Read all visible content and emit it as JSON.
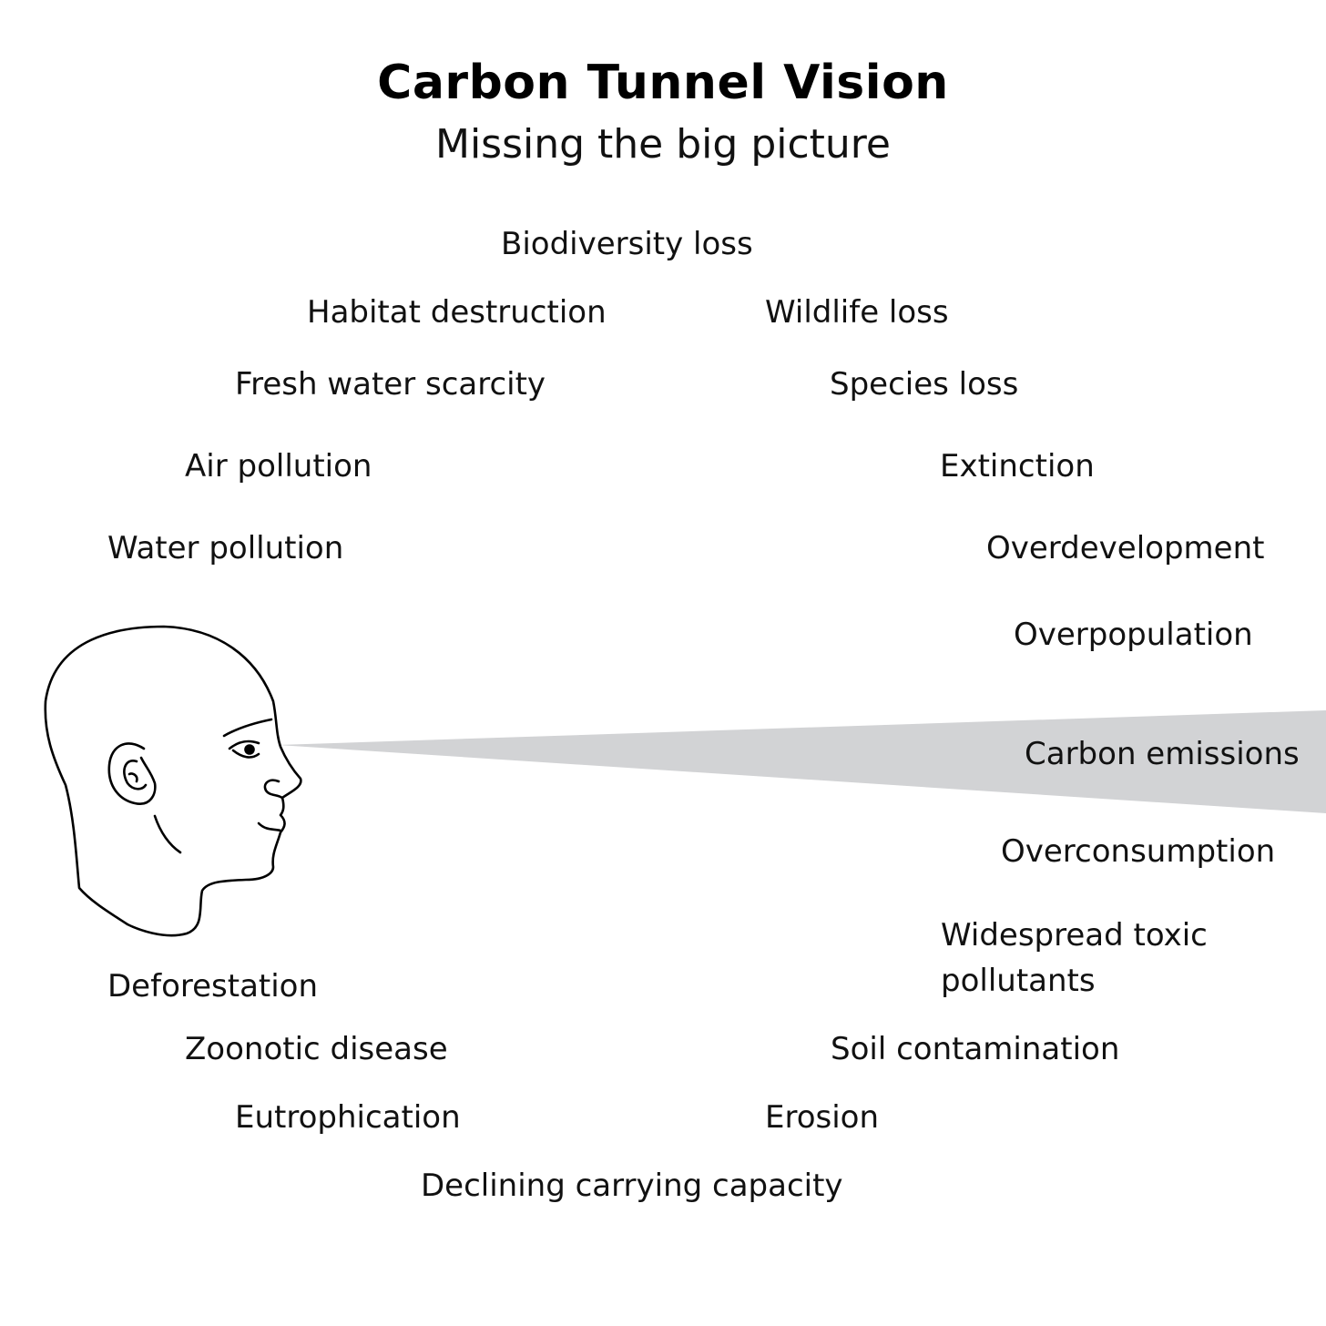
{
  "header": {
    "title": "Carbon Tunnel Vision",
    "subtitle": "Missing the big picture"
  },
  "labels": {
    "biodiversity_loss": "Biodiversity loss",
    "habitat_destruction": "Habitat destruction",
    "wildlife_loss": "Wildlife loss",
    "fresh_water_scarcity": "Fresh water scarcity",
    "species_loss": "Species loss",
    "air_pollution": "Air pollution",
    "extinction": "Extinction",
    "water_pollution": "Water pollution",
    "overdevelopment": "Overdevelopment",
    "overpopulation": "Overpopulation",
    "carbon_emissions": "Carbon emissions",
    "overconsumption": "Overconsumption",
    "widespread_toxic_pollutants": "Widespread toxic pollutants",
    "deforestation": "Deforestation",
    "zoonotic_disease": "Zoonotic disease",
    "soil_contamination": "Soil contamination",
    "eutrophication": "Eutrophication",
    "erosion": "Erosion",
    "declining_carrying_capacity": "Declining carrying capacity"
  },
  "colors": {
    "vision_cone": "#d2d3d5",
    "outline": "#000000",
    "text": "#111111"
  },
  "icons": {
    "head": "head-profile-icon"
  }
}
